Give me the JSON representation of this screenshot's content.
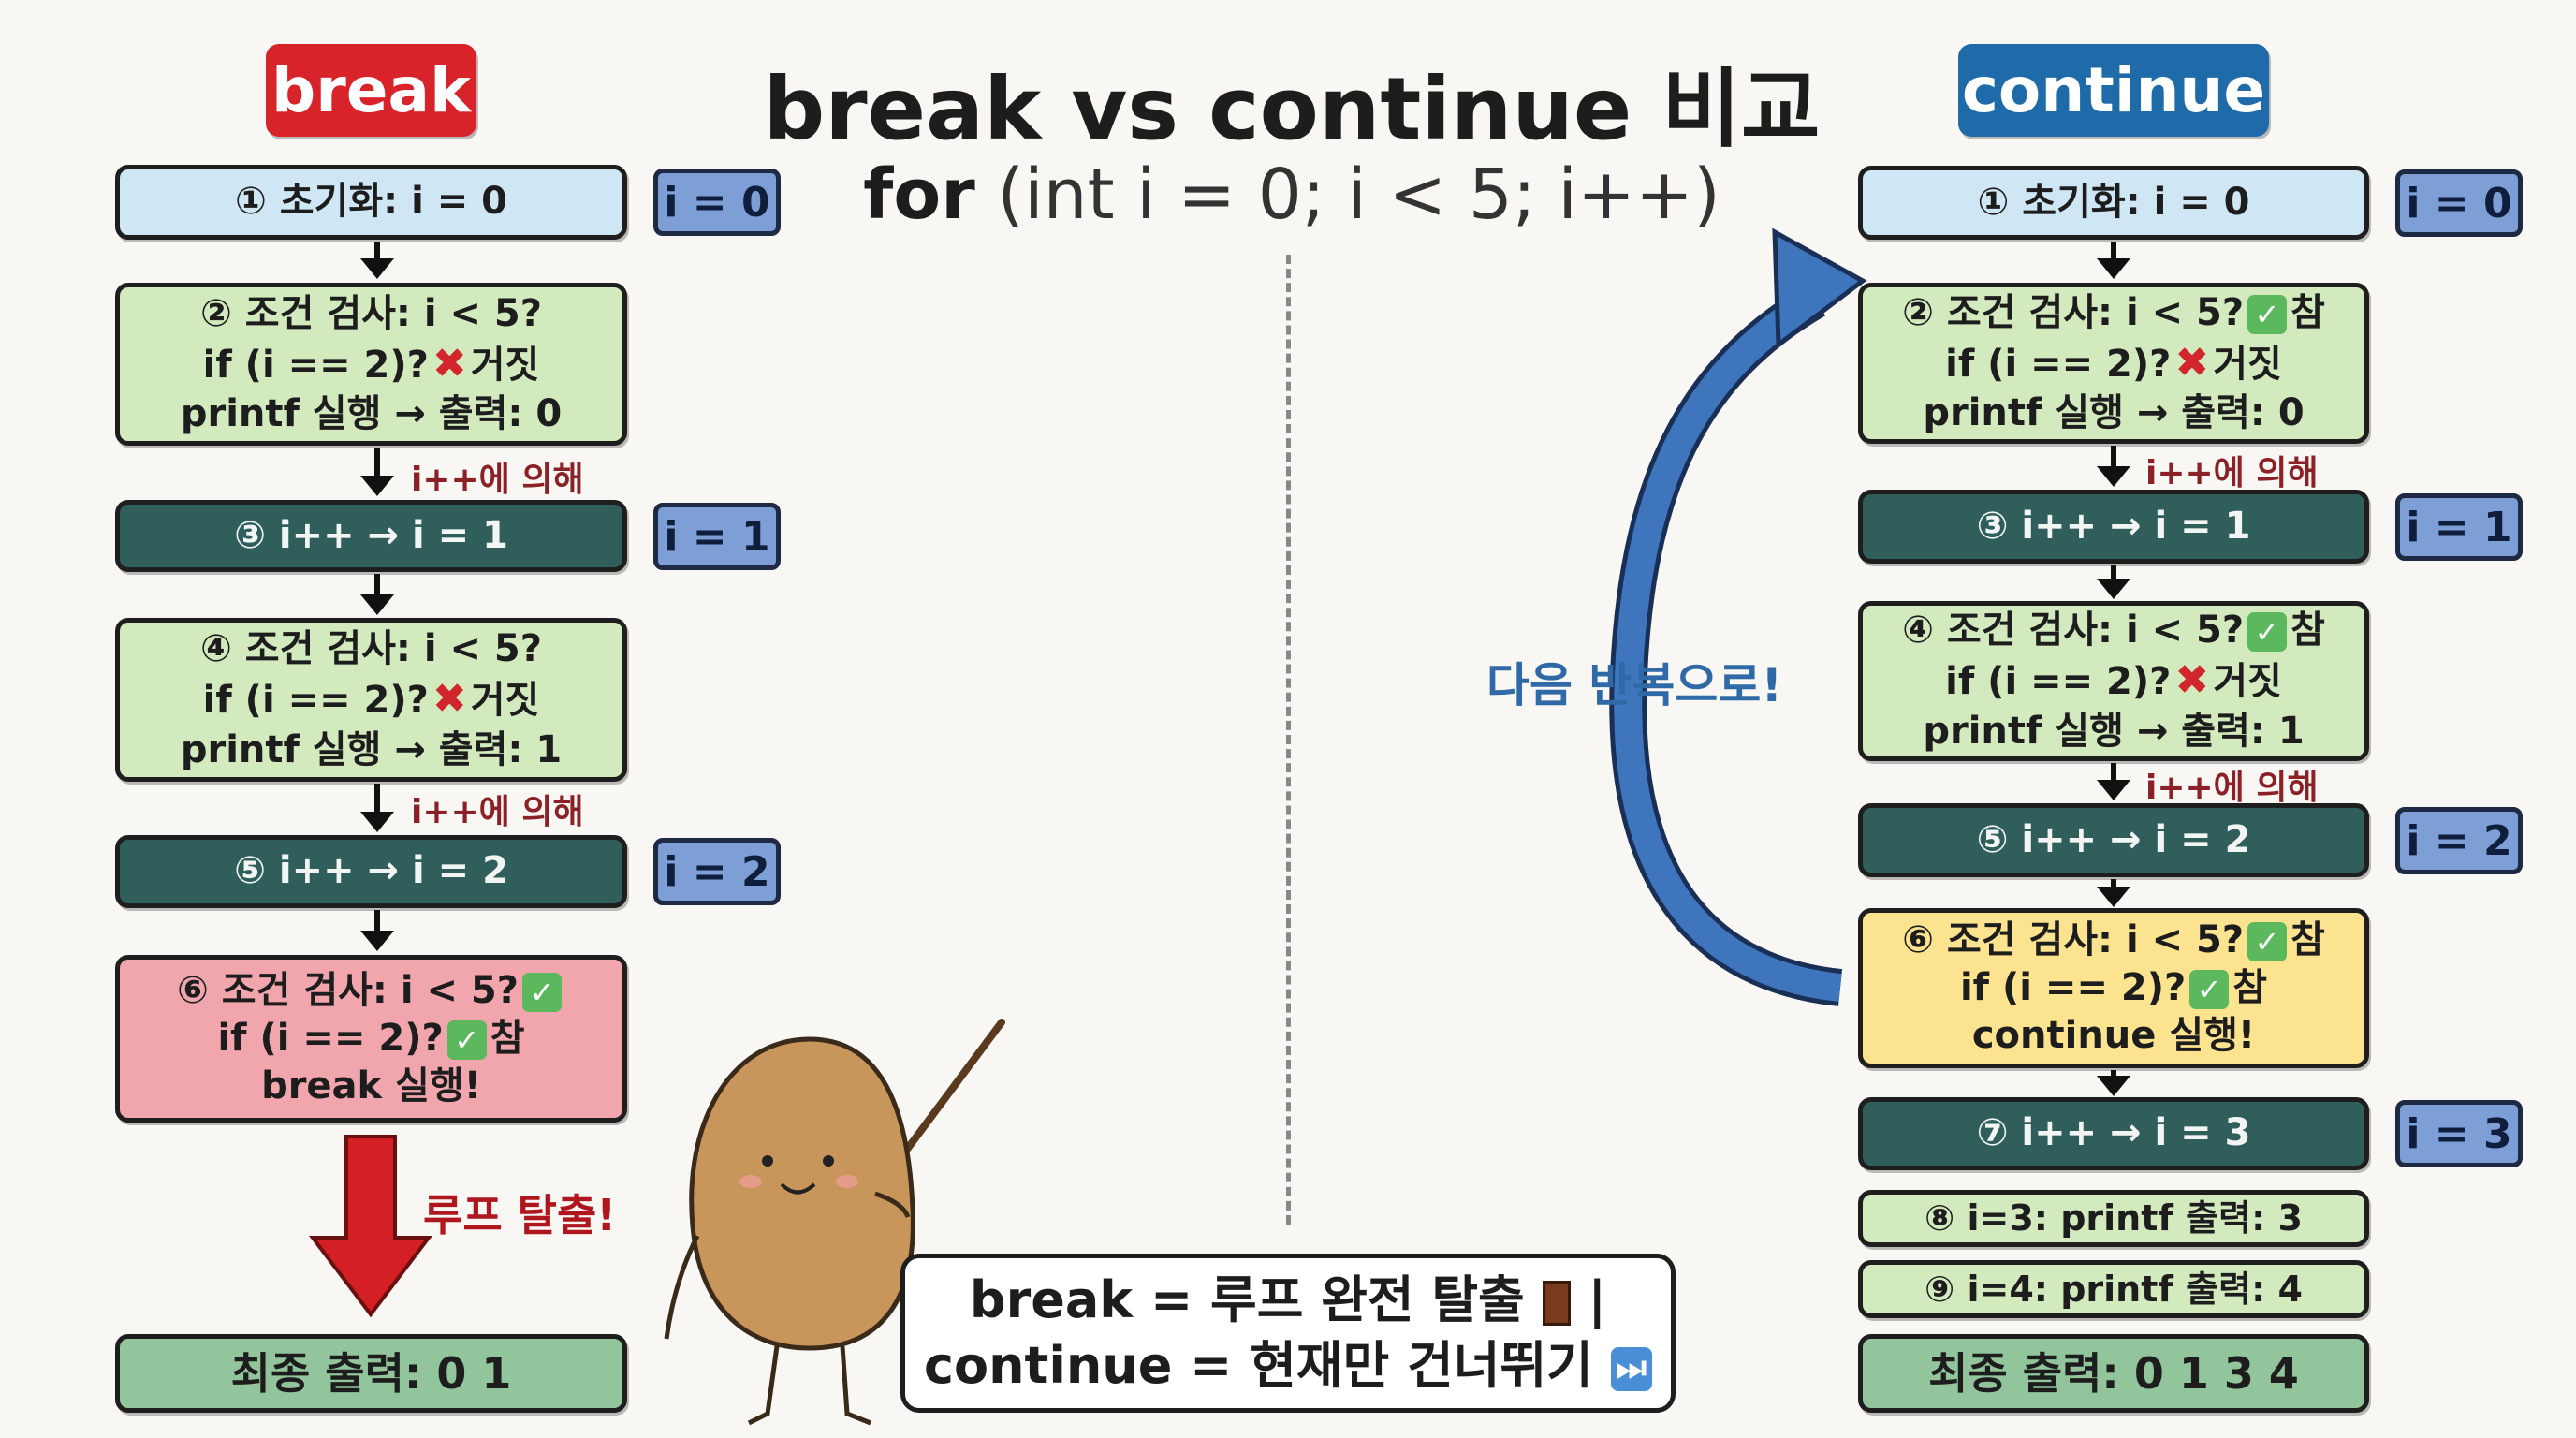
{
  "title": "break vs continue 비교",
  "subtitle_kw": "for",
  "subtitle_rest": "(int i = 0; i < 5; i++)",
  "colors": {
    "break": "#d9232a",
    "continue": "#1f6aa8",
    "init": "#cfe6f4",
    "cond": "#d3eabf",
    "inc": "#2f5e5b",
    "break_box": "#f1a6ad",
    "continue_box": "#fbe390",
    "final": "#92c59c",
    "badge": "#7d9fd6"
  },
  "icons": {
    "true": "check-mark-icon",
    "false": "cross-mark-icon",
    "door": "door-icon",
    "skip": "fast-forward-icon"
  },
  "left": {
    "label": "break",
    "step1": "① 초기화: i = 0",
    "step2": [
      "② 조건 검사: i < 5?",
      "if (i == 2)?",
      "거짓",
      "printf 실행 → 출력: 0"
    ],
    "step3": "③ i++ → i = 1",
    "step4": [
      "④ 조건 검사: i < 5?",
      "if (i == 2)?",
      "거짓",
      "printf 실행 → 출력: 1"
    ],
    "step5": "⑤ i++ → i = 2",
    "step6": [
      "⑥ 조건 검사: i < 5?",
      "if (i == 2)?",
      "참",
      "break 실행!"
    ],
    "note": "i++에 의해",
    "exit": "루프 탈출!",
    "final": "최종 출력: 0 1",
    "badges": [
      "i = 0",
      "i = 1",
      "i = 2"
    ]
  },
  "right": {
    "label": "continue",
    "step1": "① 초기화: i = 0",
    "step2": [
      "② 조건 검사: i < 5?",
      "참",
      "if (i == 2)?",
      "거짓",
      "printf 실행 → 출력: 0"
    ],
    "step3": "③ i++ → i = 1",
    "step4": [
      "④ 조건 검사: i < 5?",
      "참",
      "if (i == 2)?",
      "거짓",
      "printf 실행 → 출력: 1"
    ],
    "step5": "⑤ i++ → i = 2",
    "step6": [
      "⑥ 조건 검사: i < 5?",
      "참",
      "if (i == 2)?",
      "참",
      "continue 실행!"
    ],
    "step7": "⑦ i++ → i = 3",
    "step8": "⑧ i=3: printf 출력: 3",
    "step9": "⑨ i=4: printf 출력: 4",
    "note": "i++에 의해",
    "loop_label": "다음 반복으로!",
    "final": "최종 출력: 0 1 3 4",
    "badges": [
      "i = 0",
      "i = 1",
      "i = 2",
      "i = 3"
    ]
  },
  "summary": {
    "line1": "break = 루프 완전 탈출",
    "line2": "continue = 현재만 건너뛰기"
  }
}
